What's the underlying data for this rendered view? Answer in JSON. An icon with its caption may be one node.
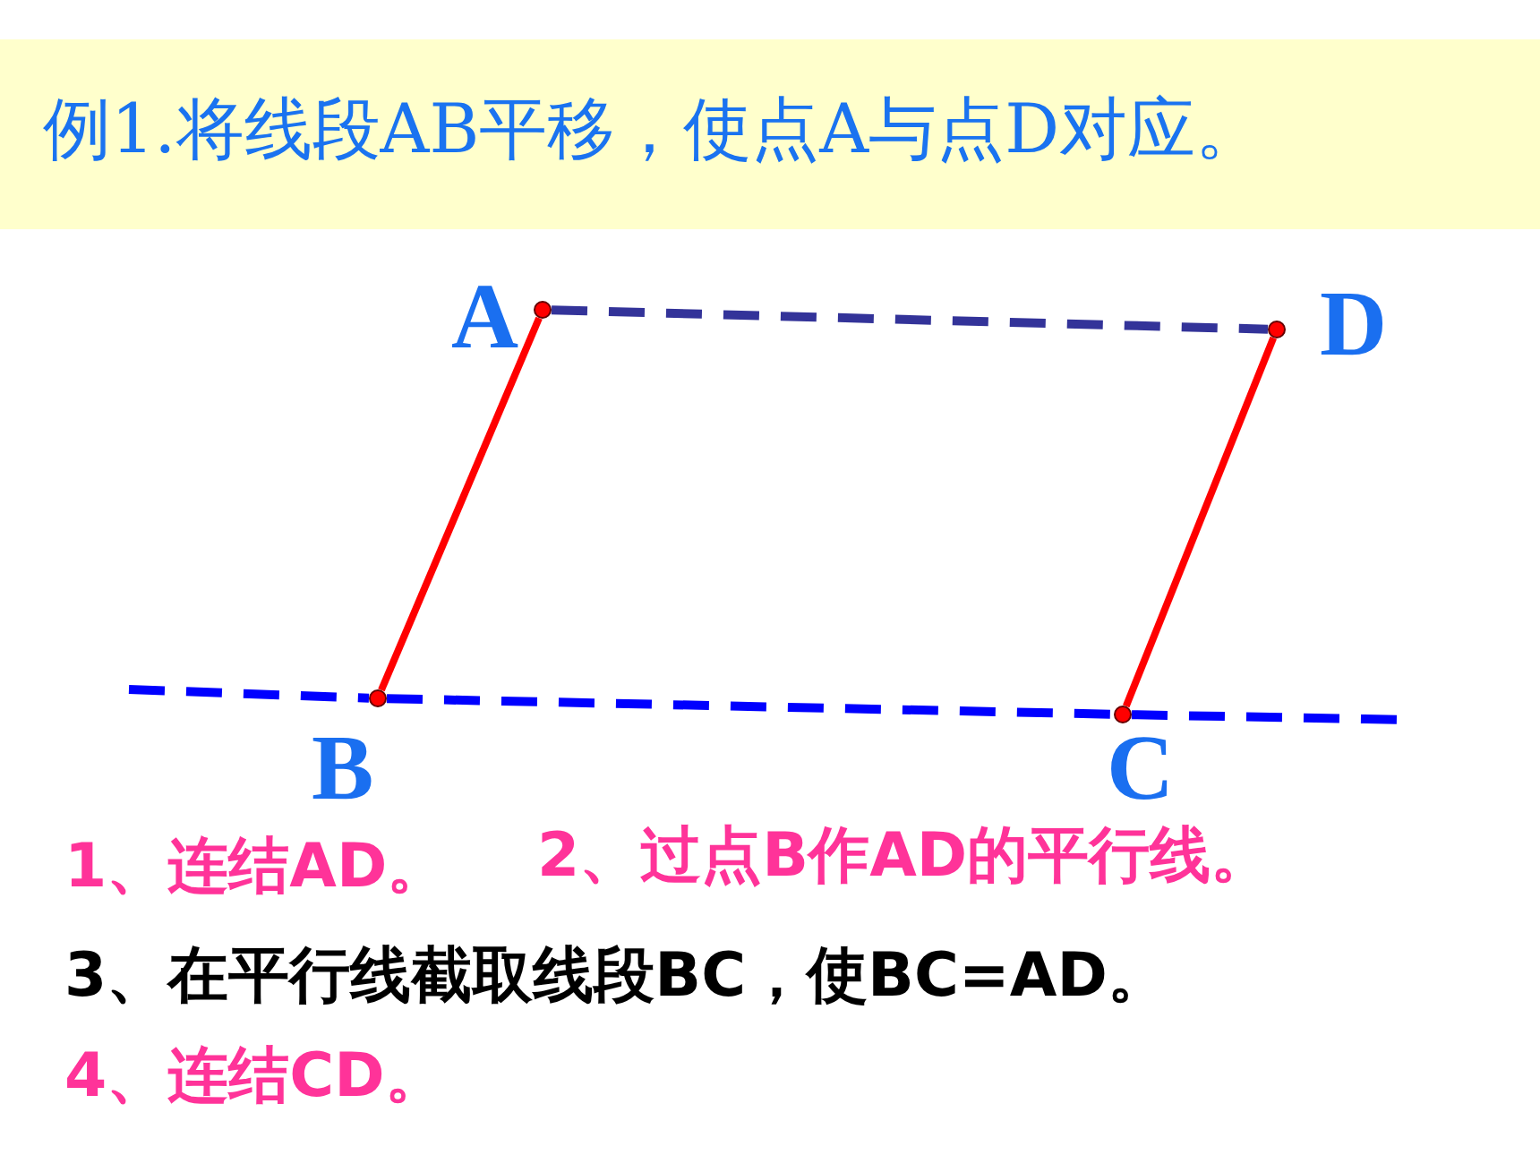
{
  "diagram": {
    "title": "例1.将线段AB平移，使点A与点D对应。",
    "nodes": [
      {
        "text": [],
        "shape": "circle",
        "beside": [
          "A"
        ]
      },
      {
        "text": [],
        "shape": "circle",
        "beside": [
          "D"
        ]
      },
      {
        "text": [],
        "shape": "circle",
        "beside": [
          "B"
        ]
      },
      {
        "text": [],
        "shape": "circle",
        "beside": [
          "C"
        ]
      }
    ],
    "edges": [
      {
        "from": 0,
        "to": 1,
        "arrow": "none",
        "style": "dashed",
        "color": "#333399"
      },
      {
        "from": 0,
        "to": 2,
        "arrow": "none"
      },
      {
        "from": 2,
        "to": 3,
        "arrow": "none",
        "style": "dashed",
        "color": "#0000ff"
      },
      {
        "from": 1,
        "to": 3,
        "arrow": "none"
      }
    ],
    "labels": [
      "1、连结AD。",
      "2、过点B作AD的平行线。",
      "3、在平行线截取线段BC，使BC=AD。",
      "4、连结CD。"
    ]
  }
}
